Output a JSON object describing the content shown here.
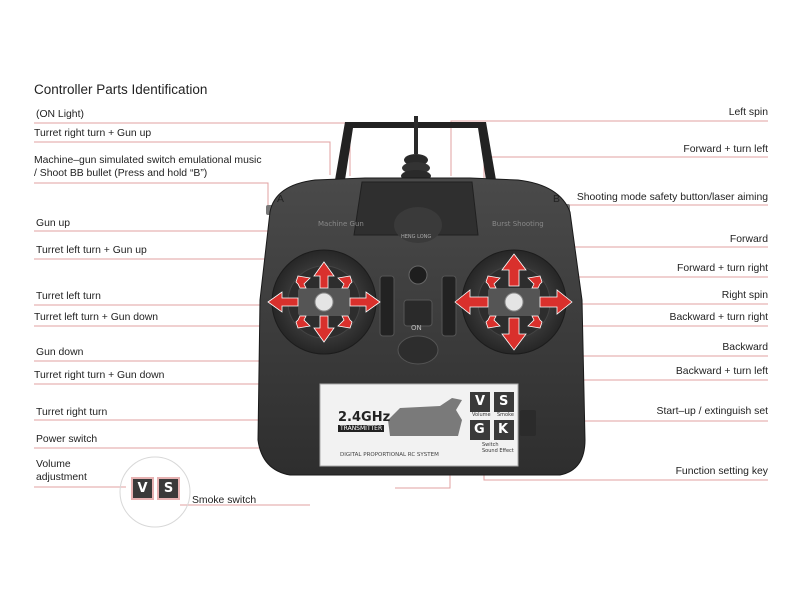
{
  "title": "Controller Parts Identification",
  "left_labels": [
    {
      "id": "on-light",
      "text": "(ON  Light)"
    },
    {
      "id": "turret-right-gun-up",
      "text": "Turret right turn + Gun up"
    },
    {
      "id": "machine-gun",
      "text": "Machine–gun simulated switch emulational  music\n/ Shoot BB bullet (Press and hold “B”)"
    },
    {
      "id": "gun-up",
      "text": "Gun up"
    },
    {
      "id": "turret-left-gun-up",
      "text": "Turret left turn + Gun up"
    },
    {
      "id": "turret-left",
      "text": "Turret left turn"
    },
    {
      "id": "turret-left-gun-down",
      "text": "Turret left turn + Gun down"
    },
    {
      "id": "gun-down",
      "text": "Gun down"
    },
    {
      "id": "turret-right-gun-down",
      "text": "Turret right turn + Gun down"
    },
    {
      "id": "turret-right",
      "text": "Turret right turn"
    },
    {
      "id": "power-switch",
      "text": "Power switch"
    },
    {
      "id": "volume",
      "text": "Volume\nadjustment"
    }
  ],
  "right_labels": [
    {
      "id": "left-spin",
      "text": "Left spin"
    },
    {
      "id": "forward-turn-left",
      "text": "Forward + turn left"
    },
    {
      "id": "shooting-mode",
      "text": "Shooting mode safety button/laser aiming"
    },
    {
      "id": "forward",
      "text": "Forward"
    },
    {
      "id": "forward-turn-right",
      "text": "Forward + turn right"
    },
    {
      "id": "right-spin",
      "text": "Right spin"
    },
    {
      "id": "backward-turn-right",
      "text": "Backward + turn right"
    },
    {
      "id": "backward",
      "text": "Backward"
    },
    {
      "id": "backward-turn-left",
      "text": "Backward + turn left"
    },
    {
      "id": "startup",
      "text": "Start–up / extinguish set"
    },
    {
      "id": "function-key",
      "text": "Function setting key"
    }
  ],
  "smoke_switch": "Smoke switch",
  "buttons": {
    "a": "A",
    "b": "B"
  },
  "keys": {
    "v": "V",
    "s": "S",
    "g": "G",
    "k": "K"
  },
  "key_captions": {
    "volume": "Volume",
    "smoke": "Smoke",
    "switch": "Switch\nSound Effect"
  },
  "panel": {
    "freq": "2.4GHz",
    "sub": "TRANSMITTER",
    "system": "DIGITAL PROPORTIONAL RC SYSTEM",
    "machine": "Machine\nGun",
    "burst": "Burst\nShooting",
    "brand": "HENG LONG",
    "on": "ON"
  },
  "colors": {
    "leader": "#e0a0a0",
    "arrow": "#d9302c",
    "body": "#3c3c3c",
    "panel": "#f2f2f2"
  }
}
